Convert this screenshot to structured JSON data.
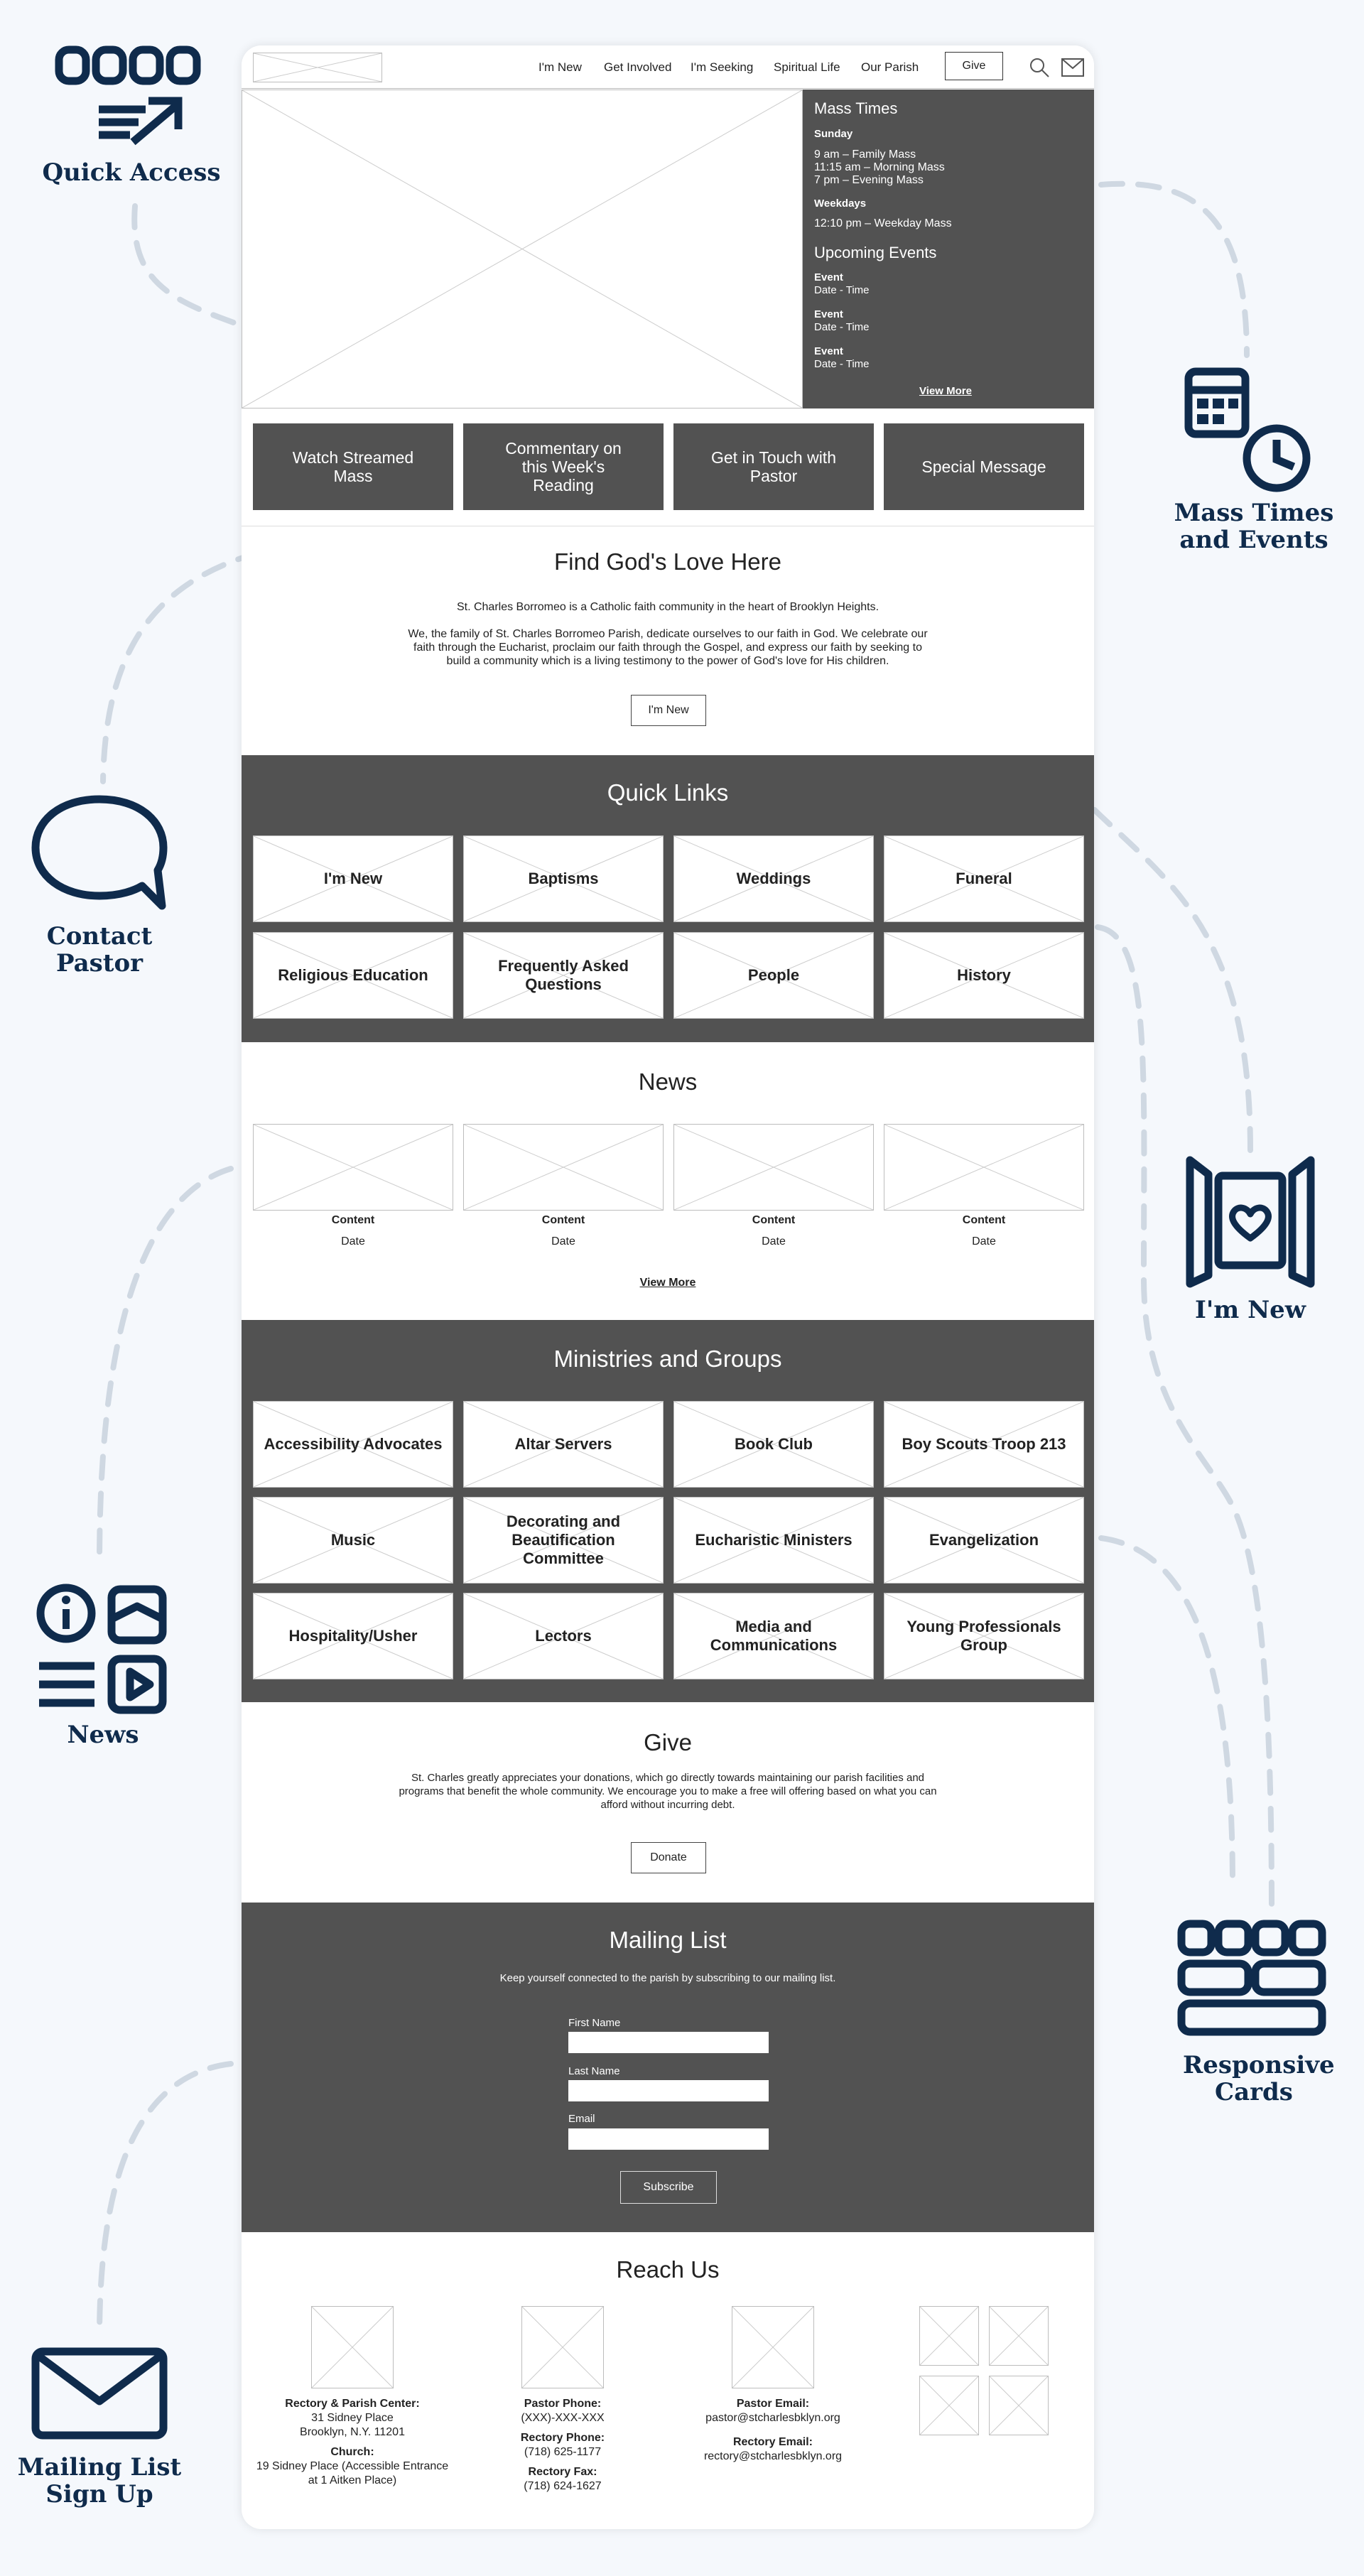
{
  "annotations": {
    "quick_access": "Quick Access",
    "mass_times": "Mass Times and Events",
    "contact_pastor": "Contact Pastor",
    "im_new": "I'm New",
    "news": "News",
    "responsive_cards": "Responsive Cards",
    "mailing_list": "Mailing List Sign Up"
  },
  "colors": {
    "accent": "#0f2b4c",
    "dark_panel": "#525252",
    "dash": "#cfd8e2",
    "background": "#f5f8fc"
  },
  "nav": {
    "items": [
      "I'm New",
      "Get Involved",
      "I'm Seeking",
      "Spiritual Life",
      "Our Parish"
    ],
    "give": "Give",
    "icons": [
      "search-icon",
      "mail-icon"
    ]
  },
  "sidebar": {
    "mass_title": "Mass Times",
    "sunday_label": "Sunday",
    "sunday_times": [
      "9 am – Family Mass",
      "11:15 am – Morning Mass",
      "7 pm – Evening Mass"
    ],
    "weekdays_label": "Weekdays",
    "weekday_time": "12:10 pm – Weekday Mass",
    "events_title": "Upcoming Events",
    "events": [
      {
        "name": "Event",
        "when": "Date - Time"
      },
      {
        "name": "Event",
        "when": "Date - Time"
      },
      {
        "name": "Event",
        "when": "Date - Time"
      }
    ],
    "view_more": "View More"
  },
  "actions": [
    "Watch Streamed Mass",
    "Commentary on this Week's Reading",
    "Get in Touch with Pastor",
    "Special Message"
  ],
  "intro": {
    "title": "Find God's Love Here",
    "line1": "St. Charles Borromeo is a Catholic faith community in the heart of Brooklyn Heights.",
    "para": [
      "We, the family of St. Charles Borromeo Parish, dedicate ourselves to our faith in God. We celebrate our",
      "faith through the Eucharist, proclaim our faith through the Gospel, and express our faith by seeking to",
      "build a community which is a living testimony to the power of God's love for His children."
    ],
    "button": "I'm New"
  },
  "quick_links": {
    "title": "Quick Links",
    "items": [
      "I'm New",
      "Baptisms",
      "Weddings",
      "Funeral",
      "Religious Education",
      "Frequently Asked Questions",
      "People",
      "History"
    ]
  },
  "news": {
    "title": "News",
    "items": [
      {
        "content": "Content",
        "date": "Date"
      },
      {
        "content": "Content",
        "date": "Date"
      },
      {
        "content": "Content",
        "date": "Date"
      },
      {
        "content": "Content",
        "date": "Date"
      }
    ],
    "view_more": "View More"
  },
  "ministries": {
    "title": "Ministries and Groups",
    "items": [
      "Accessibility Advocates",
      "Altar Servers",
      "Book Club",
      "Boy Scouts Troop 213",
      "Music",
      "Decorating and Beautification Committee",
      "Eucharistic Ministers",
      "Evangelization",
      "Hospitality/Usher",
      "Lectors",
      "Media and Communications",
      "Young Professionals Group"
    ]
  },
  "give": {
    "title": "Give",
    "para": [
      "St. Charles greatly appreciates your donations, which go directly towards maintaining our parish facilities and",
      "programs that benefit the whole community. We encourage you to make a free will offering based on what you can",
      "afford without incurring debt."
    ],
    "button": "Donate"
  },
  "mailing": {
    "title": "Mailing List",
    "subtitle": "Keep yourself connected to the parish by subscribing to our mailing list.",
    "fields": [
      "First Name",
      "Last Name",
      "Email"
    ],
    "button": "Subscribe"
  },
  "reach": {
    "title": "Reach Us",
    "col1": {
      "l1": "Rectory & Parish Center:",
      "v1": "31 Sidney Place",
      "v2": "Brooklyn, N.Y. 11201",
      "l2": "Church:",
      "v3": "19 Sidney Place (Accessible Entrance",
      "v4": "at 1 Aitken Place)"
    },
    "col2": {
      "l1": "Pastor Phone:",
      "v1": "(XXX)-XXX-XXX",
      "l2": "Rectory Phone:",
      "v2": "(718) 625-1177",
      "l3": "Rectory Fax:",
      "v3": "(718) 624-1627"
    },
    "col3": {
      "l1": "Pastor Email:",
      "v1": "pastor@stcharlesbklyn.org",
      "l2": "Rectory Email:",
      "v2": "rectory@stcharlesbklyn.org"
    }
  }
}
